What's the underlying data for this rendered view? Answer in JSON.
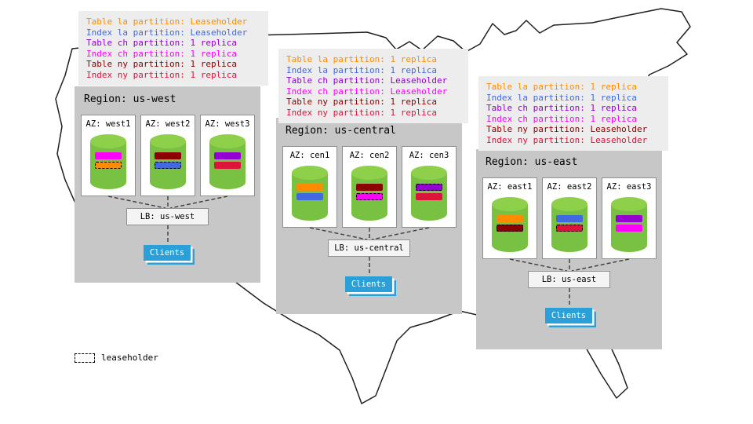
{
  "palette": {
    "table_la": "#ff8c00",
    "index_la": "#4169e1",
    "table_ch": "#9400d3",
    "index_ch": "#ff00ff",
    "table_ny": "#8b0000",
    "index_ny": "#dc143c",
    "cylinder_green": "#79c142",
    "clients_blue": "#2a9fd8",
    "region_gray": "#c7c7c7",
    "note_gray": "#ededed"
  },
  "legend": {
    "label": "leaseholder"
  },
  "regions": [
    {
      "title": "Region: us-west",
      "annotation": [
        {
          "text": "Table la partition: Leaseholder",
          "color": "#ff8c00"
        },
        {
          "text": "Index la partition: Leaseholder",
          "color": "#4169e1"
        },
        {
          "text": "Table ch partition: 1 replica",
          "color": "#9400d3"
        },
        {
          "text": "Index ch partition: 1 replica",
          "color": "#ff00ff"
        },
        {
          "text": "Table ny partition: 1 replica",
          "color": "#8b0000"
        },
        {
          "text": "Index ny partition: 1 replica",
          "color": "#dc143c"
        }
      ],
      "azs": [
        {
          "label": "AZ: west1",
          "bars": [
            {
              "color": "#ff00ff",
              "leaseholder": false
            },
            {
              "color": "#ff8c00",
              "leaseholder": true
            }
          ]
        },
        {
          "label": "AZ: west2",
          "bars": [
            {
              "color": "#8b0000",
              "leaseholder": false
            },
            {
              "color": "#4169e1",
              "leaseholder": true
            }
          ]
        },
        {
          "label": "AZ: west3",
          "bars": [
            {
              "color": "#9400d3",
              "leaseholder": false
            },
            {
              "color": "#dc143c",
              "leaseholder": false
            }
          ]
        }
      ],
      "lb_label": "LB: us-west",
      "clients_label": "Clients"
    },
    {
      "title": "Region: us-central",
      "annotation": [
        {
          "text": "Table la partition: 1 replica",
          "color": "#ff8c00"
        },
        {
          "text": "Index la partition: 1 replica",
          "color": "#4169e1"
        },
        {
          "text": "Table ch partition: Leaseholder",
          "color": "#9400d3"
        },
        {
          "text": "Index ch partition: Leaseholder",
          "color": "#ff00ff"
        },
        {
          "text": "Table ny partition: 1 replica",
          "color": "#8b0000"
        },
        {
          "text": "Index ny partition: 1 replica",
          "color": "#dc143c"
        }
      ],
      "azs": [
        {
          "label": "AZ: cen1",
          "bars": [
            {
              "color": "#ff8c00",
              "leaseholder": false
            },
            {
              "color": "#4169e1",
              "leaseholder": false
            }
          ]
        },
        {
          "label": "AZ: cen2",
          "bars": [
            {
              "color": "#8b0000",
              "leaseholder": false
            },
            {
              "color": "#ff00ff",
              "leaseholder": true
            }
          ]
        },
        {
          "label": "AZ: cen3",
          "bars": [
            {
              "color": "#9400d3",
              "leaseholder": true
            },
            {
              "color": "#dc143c",
              "leaseholder": false
            }
          ]
        }
      ],
      "lb_label": "LB: us-central",
      "clients_label": "Clients"
    },
    {
      "title": "Region: us-east",
      "annotation": [
        {
          "text": "Table la partition: 1 replica",
          "color": "#ff8c00"
        },
        {
          "text": "Index la partition: 1 replica",
          "color": "#4169e1"
        },
        {
          "text": "Table ch partition: 1 replica",
          "color": "#9400d3"
        },
        {
          "text": "Index ch partition: 1 replica",
          "color": "#ff00ff"
        },
        {
          "text": "Table ny partition: Leaseholder",
          "color": "#8b0000"
        },
        {
          "text": "Index ny partition: Leaseholder",
          "color": "#dc143c"
        }
      ],
      "azs": [
        {
          "label": "AZ: east1",
          "bars": [
            {
              "color": "#ff8c00",
              "leaseholder": false
            },
            {
              "color": "#8b0000",
              "leaseholder": true
            }
          ]
        },
        {
          "label": "AZ: east2",
          "bars": [
            {
              "color": "#4169e1",
              "leaseholder": false
            },
            {
              "color": "#dc143c",
              "leaseholder": true
            }
          ]
        },
        {
          "label": "AZ: east3",
          "bars": [
            {
              "color": "#9400d3",
              "leaseholder": false
            },
            {
              "color": "#ff00ff",
              "leaseholder": false
            }
          ]
        }
      ],
      "lb_label": "LB: us-east",
      "clients_label": "Clients"
    }
  ]
}
